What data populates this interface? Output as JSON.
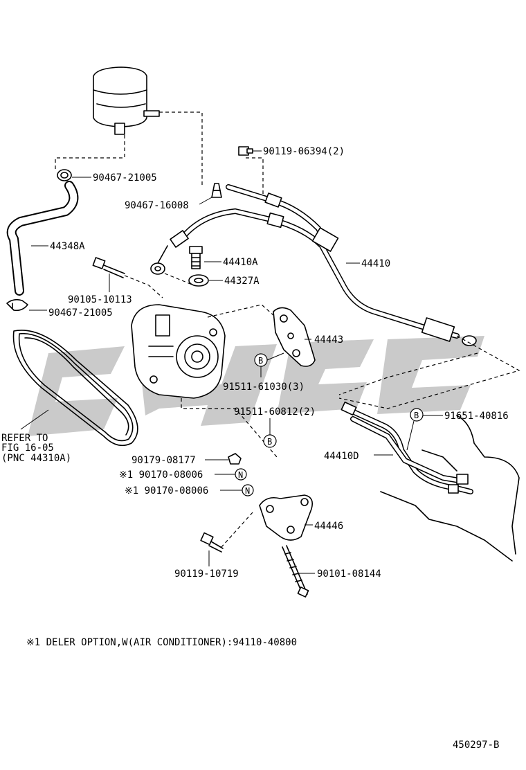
{
  "labels": {
    "p90119_06394": "90119-06394(2)",
    "p90467_21005_top": "90467-21005",
    "p90467_16008": "90467-16008",
    "p44348A": "44348A",
    "p44410A": "44410A",
    "p44410": "44410",
    "p44327A": "44327A",
    "p90105_10113": "90105-10113",
    "p90467_21005_bot": "90467-21005",
    "p44443": "44443",
    "p91511_61030": "91511-61030(3)",
    "p91511_60812": "91511-60812(2)",
    "p91651_40816": "91651-40816",
    "refer_line1": "REFER TO",
    "refer_line2": "FIG 16-05",
    "refer_line3": "(PNC 44310A)",
    "p44410D": "44410D",
    "p90179_08177": "90179-08177",
    "p90170_08006_a": "※1 90170-08006",
    "p90170_08006_b": "※1 90170-08006",
    "p44446": "44446",
    "p90119_10719": "90119-10719",
    "p90101_08144": "90101-08144"
  },
  "marks": {
    "b": "B",
    "n": "N"
  },
  "footnote": "※1 DELER OPTION,W(AIR CONDITIONER):94110-40800",
  "figure_id": "450297-B"
}
